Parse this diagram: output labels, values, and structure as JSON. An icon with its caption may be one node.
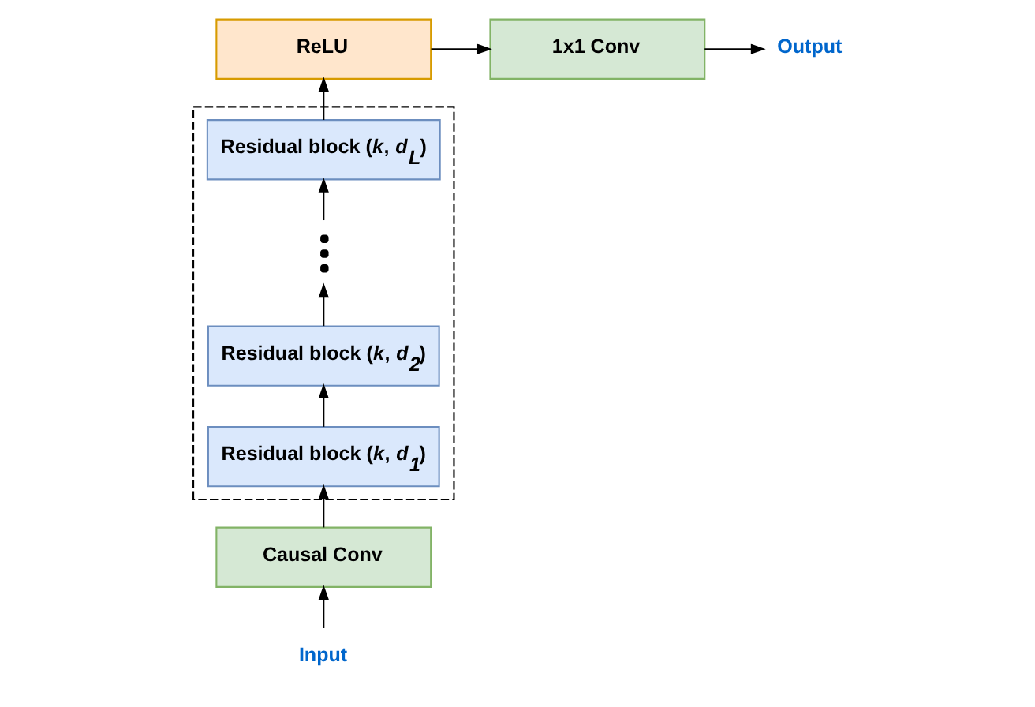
{
  "diagram": {
    "nodes": [
      {
        "text": [
          "Input"
        ]
      },
      {
        "text": [
          "Causal Conv"
        ]
      },
      {
        "text": [],
        "shape": "box"
      },
      {
        "text": [
          "Residual block (*k*, *d$_{1}$*)"
        ],
        "in": 2
      },
      {
        "text": [
          "Residual block (*k*, *d$_{2}$*)"
        ],
        "in": 2
      },
      {
        "text": [],
        "shape": "dots",
        "in": 2
      },
      {
        "text": [
          "Residual block (*k*, *d$_{L}$*)"
        ],
        "in": 2
      },
      {
        "text": [
          "ReLU"
        ]
      },
      {
        "text": [
          "1x1 Conv"
        ]
      },
      {
        "text": [
          "Output"
        ]
      }
    ],
    "edges": [
      {
        "from": 0,
        "to": 1,
        "arrow": "to"
      },
      {
        "from": 1,
        "to": 3,
        "arrow": "to"
      },
      {
        "from": 3,
        "to": 4,
        "arrow": "to"
      },
      {
        "from": 4,
        "to": 5,
        "arrow": "to"
      },
      {
        "from": 5,
        "to": 6,
        "arrow": "to"
      },
      {
        "from": 6,
        "to": 7,
        "arrow": "to"
      },
      {
        "from": 7,
        "to": 8,
        "arrow": "to"
      },
      {
        "from": 8,
        "to": 9,
        "arrow": "to"
      }
    ]
  }
}
